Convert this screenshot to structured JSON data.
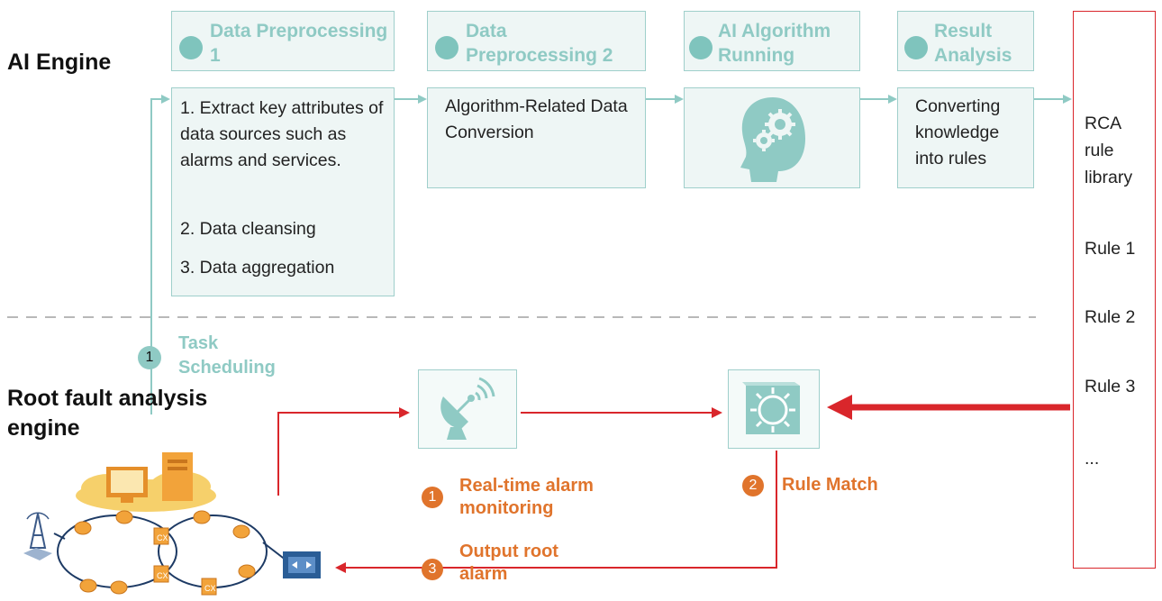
{
  "labels": {
    "ai_engine": "AI Engine",
    "root_engine": "Root fault analysis engine"
  },
  "stages": [
    {
      "title": "Data Preprocessing 1",
      "body": [
        "1. Extract key attributes of data sources such as alarms and services.",
        "2. Data cleansing",
        "3. Data aggregation"
      ]
    },
    {
      "title": "Data Preprocessing 2",
      "body": [
        "Algorithm-Related Data Conversion"
      ]
    },
    {
      "title": "AI Algorithm Running",
      "body": []
    },
    {
      "title": "Result Analysis",
      "body": [
        "Converting knowledge into rules"
      ]
    }
  ],
  "library": {
    "title": "RCA rule library",
    "rules": [
      "Rule 1",
      "Rule 2",
      "Rule 3",
      "..."
    ]
  },
  "task": {
    "number": "1",
    "label": "Task Scheduling"
  },
  "steps": [
    {
      "number": "1",
      "label": "Real-time alarm monitoring"
    },
    {
      "number": "2",
      "label": "Rule Match"
    },
    {
      "number": "3",
      "label": "Output root alarm"
    }
  ],
  "network": {
    "node_label": "CX"
  },
  "colors": {
    "teal": "#8fcac4",
    "teal_fill": "#eef6f5",
    "red": "#d9262b",
    "orange": "#e0742c",
    "node": "#f2a33a"
  },
  "icons": [
    "brain-gears-icon",
    "satellite-dish-icon",
    "rule-match-icon",
    "computer-icon",
    "server-icon",
    "radio-tower-icon",
    "switch-icon"
  ]
}
